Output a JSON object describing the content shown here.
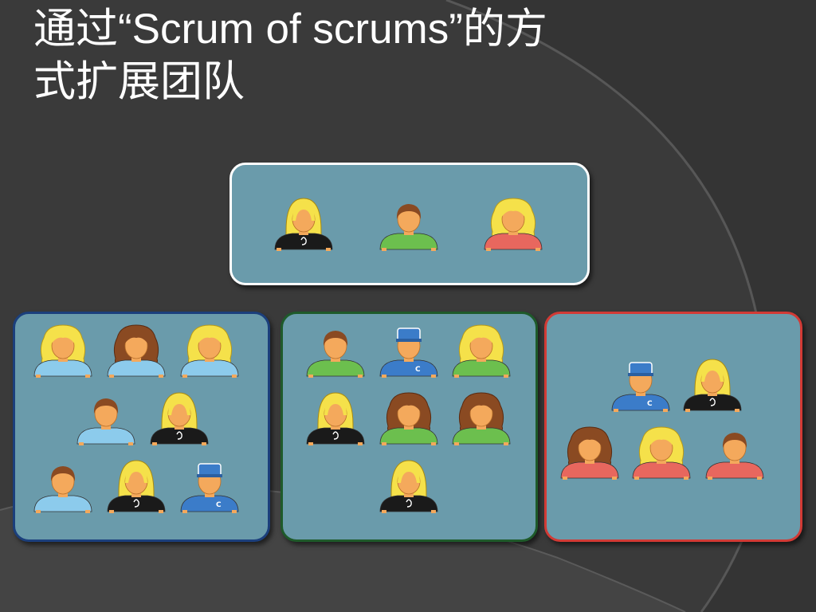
{
  "slide": {
    "title_line1": "通过“Scrum of scrums”的方",
    "title_line2": "式扩展团队"
  },
  "colors": {
    "background": "#3a3a3a",
    "box_fill": "#6a9bab",
    "top_box_border": "#ffffff",
    "blue_team_border": "#1b3f7c",
    "green_team_border": "#1e5a2a",
    "red_team_border": "#d23a35"
  },
  "teams": {
    "top": {
      "members": [
        {
          "hair": "blonde-long",
          "shirt": "black-logo"
        },
        {
          "hair": "short-brown",
          "shirt": "green"
        },
        {
          "hair": "curly-blonde",
          "shirt": "red"
        }
      ]
    },
    "blue": {
      "members": [
        {
          "hair": "curly-blonde",
          "shirt": "lightblue"
        },
        {
          "hair": "curly-brown",
          "shirt": "lightblue"
        },
        {
          "hair": "curly-blonde",
          "shirt": "lightblue"
        },
        {
          "hair": "short-brown",
          "shirt": "lightblue"
        },
        {
          "hair": "blonde-long",
          "shirt": "black-logo"
        },
        {
          "hair": "short-brown",
          "shirt": "lightblue"
        },
        {
          "hair": "blonde-long",
          "shirt": "black-logo"
        },
        {
          "hair": "cap",
          "shirt": "blue-c"
        }
      ]
    },
    "green": {
      "members": [
        {
          "hair": "short-brown",
          "shirt": "green"
        },
        {
          "hair": "cap",
          "shirt": "blue-c"
        },
        {
          "hair": "curly-blonde",
          "shirt": "green"
        },
        {
          "hair": "blonde-long",
          "shirt": "black-logo"
        },
        {
          "hair": "curly-brown",
          "shirt": "green"
        },
        {
          "hair": "curly-brown",
          "shirt": "green"
        },
        {
          "hair": "blonde-long",
          "shirt": "black-logo"
        }
      ]
    },
    "red": {
      "members": [
        {
          "hair": "cap",
          "shirt": "blue-c"
        },
        {
          "hair": "blonde-long",
          "shirt": "black-logo"
        },
        {
          "hair": "curly-brown",
          "shirt": "red"
        },
        {
          "hair": "curly-blonde",
          "shirt": "red"
        },
        {
          "hair": "short-brown",
          "shirt": "red"
        }
      ]
    }
  },
  "icons": {
    "cap_letter": "C"
  }
}
